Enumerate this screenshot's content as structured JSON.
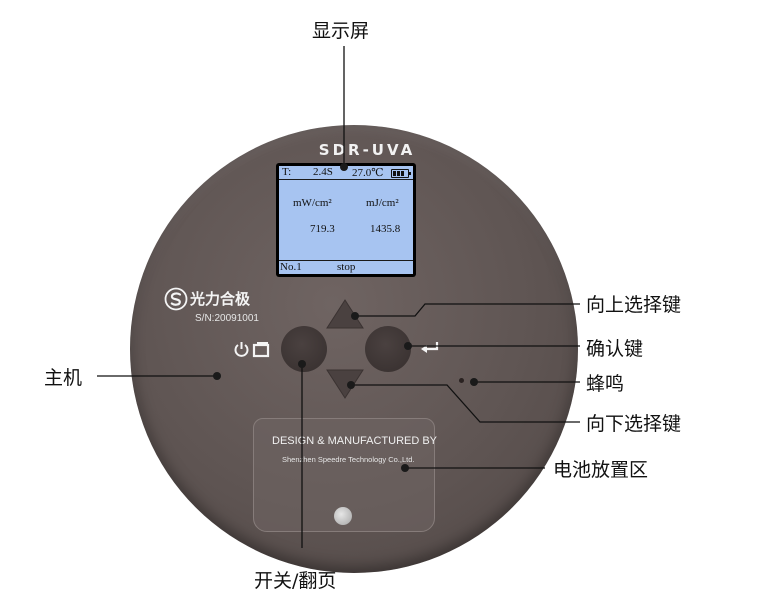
{
  "device": {
    "model": "SDR-UVA",
    "brand": "光力合极",
    "serial": "S/N:20091001",
    "cover_title": "DESIGN & MANUFACTURED  BY",
    "cover_subtitle": "Shenzhen  Speedre Technology  Co.,Ltd."
  },
  "lcd": {
    "t_label": "T:",
    "time": "2.4S",
    "temperature": "27.0℃",
    "unit_power": "mW/cm²",
    "unit_energy": "mJ/cm²",
    "power_value": "719.3",
    "energy_value": "1435.8",
    "record_no": "No.1",
    "status": "stop"
  },
  "callouts": {
    "display": "显示屏",
    "up_key": "向上选择键",
    "enter_key": "确认键",
    "main_unit": "主机",
    "buzzer": "蜂鸣",
    "down_key": "向下选择键",
    "battery_area": "电池放置区",
    "power_page": "开关/翻页"
  },
  "colors": {
    "device_body": "#5f5553",
    "lcd_background": "#a7c4f1",
    "button": "#3c3433"
  },
  "icons": {
    "brand_logo": "swirl-s-logo-icon",
    "power": "power-icon",
    "page": "page-icon",
    "enter": "enter-arrow-icon",
    "up": "triangle-up-icon",
    "down": "triangle-down-icon"
  }
}
